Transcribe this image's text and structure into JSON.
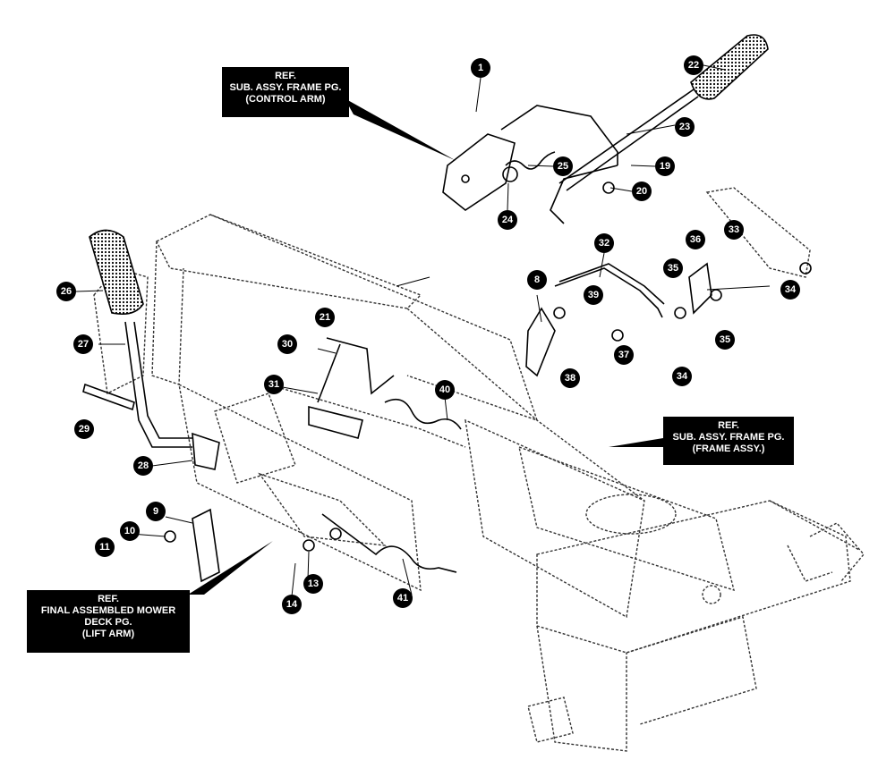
{
  "ref_boxes": {
    "control_arm": {
      "lines": [
        "REF.",
        "SUB. ASSY. FRAME PG.",
        "(CONTROL ARM)"
      ]
    },
    "frame_assy": {
      "lines": [
        "REF.",
        "SUB. ASSY. FRAME PG.",
        "(FRAME ASSY.)"
      ]
    },
    "lift_arm": {
      "lines": [
        "REF.",
        "FINAL ASSEMBLED MOWER",
        "DECK PG.",
        "(LIFT ARM)"
      ]
    }
  },
  "callouts": [
    "1",
    "22",
    "23",
    "25",
    "19",
    "20",
    "24",
    "32",
    "36",
    "33",
    "35",
    "34",
    "26",
    "8",
    "39",
    "21",
    "27",
    "30",
    "38",
    "37",
    "31",
    "40",
    "29",
    "28",
    "9",
    "10",
    "11",
    "14",
    "13",
    "41"
  ]
}
